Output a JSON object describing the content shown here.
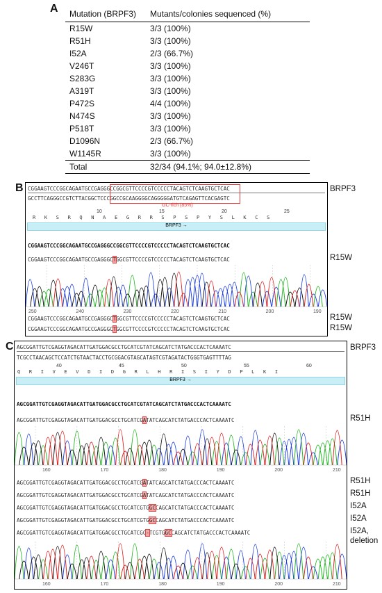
{
  "panels": {
    "a": "A",
    "b": "B",
    "c": "C"
  },
  "table": {
    "header": {
      "mutation": "Mutation (BRPF3)",
      "mutants": "Mutants/colonies sequenced (%)"
    },
    "rows": [
      {
        "mutation": "R15W",
        "value": "3/3 (100%)"
      },
      {
        "mutation": "R51H",
        "value": "3/3 (100%)"
      },
      {
        "mutation": "I52A",
        "value": "2/3 (66.7%)"
      },
      {
        "mutation": "V246T",
        "value": "3/3 (100%)"
      },
      {
        "mutation": "S283G",
        "value": "3/3 (100%)"
      },
      {
        "mutation": "A319T",
        "value": "3/3 (100%)"
      },
      {
        "mutation": "P472S",
        "value": "4/4 (100%)"
      },
      {
        "mutation": "N474S",
        "value": "3/3 (100%)"
      },
      {
        "mutation": "P518T",
        "value": "3/3 (100%)"
      },
      {
        "mutation": "D1096N",
        "value": "2/3 (66.7%)"
      },
      {
        "mutation": "W1145R",
        "value": "3/3 (100%)"
      }
    ],
    "total": {
      "mutation": "Total",
      "value": "32/34 (94.1%; 94.0±12.8%)"
    }
  },
  "panel_b": {
    "ref_top": "CGGAAGTCCCGGCAGAATGCCGAGGGCCGGCGTTCCCCGTCCCCCTACAGTCTCAAGTGCTCAC",
    "ref_bottom": "GCCTTCAGGGCCGTCTTACGGCTCCCGGCCGCAAGGGGCAGGGGGATGTCAGAGTTCACGAGTC",
    "gc_label": "GC-rich (85%)",
    "aa": "R   K   S   R   Q   N   A   E   G   R   R   S   P   S   P   Y   S   L   K   C   S",
    "aa_numbers": [
      "10",
      "15",
      "20",
      "25"
    ],
    "gene": "BRPF3 →",
    "consensus": "CGGAAGTCCCGGCAGAATGCCGAGGGCCGGCGTTCCCCGTCCCCCTACAGTCTCAAGTGCTCAC",
    "read1_pre": "CGGAAGTCCCGGCAGAATGCCGAGGGC",
    "read1_mut": "T",
    "read1_post": "GGCGTTCCCCGTCCCCCTACAGTCTCAAGTGCTCAC",
    "trace_ticks": [
      "250",
      "240",
      "230",
      "220",
      "210",
      "200",
      "190"
    ],
    "labels": {
      "ref": "BRPF3",
      "read1": "R15W",
      "read2": "R15W",
      "read3": "R15W"
    }
  },
  "panel_c": {
    "ref_top": "AGCGGATTGTCGAGGTAGACATTGATGGACGCCTGCATCGTATCAGCATCTATGACCCACTCAAAATC",
    "ref_bottom": "TCGCCTAACAGCTCCATCTGTAACTACCTGCGGACGTAGCATAGTCGTAGATACTGGGTGAGTTTTAG",
    "aa": "Q   R   I   V   E   V   D   I   D   G   R   L   H   R   I   S   I   Y   D   P   L   K   I",
    "aa_numbers": [
      "40",
      "45",
      "50",
      "55",
      "60"
    ],
    "gene": "BRPF3 →",
    "consensus": "AGCGGATTGTCGAGGTAGACATTGATGGACGCCTGCATCGTATCAGCATCTATGACCCACTCAAAATC",
    "r51h_pre": "AGCGGATTGTCGAGGTAGACATTGATGGACGCCTGCATCG",
    "r51h_mut": "A",
    "r51h_post": "TATCAGCATCTATGACCCACTCAAAATC",
    "i52a_pre": "AGCGGATTGTCGAGGTAGACATTGATGGACGCCTGCATCGTG",
    "i52a_mut": "GC",
    "i52a_post": "CAGCATCTATGACCCACTCAAAATC",
    "del_pre": "AGCGGATTGTCGAGGTAGACATTGATGGACGCCTGCATCGC",
    "del_gap": "-",
    "del_mid": "TCGTG",
    "del_post": "CAGCATCTATGACCCACTCAAAATC",
    "trace_ticks": [
      "160",
      "170",
      "180",
      "190",
      "200",
      "210"
    ],
    "labels": {
      "ref": "BRPF3",
      "read_top": "R51H",
      "r1": "R51H",
      "r2": "R51H",
      "r3": "I52A",
      "r4": "I52A",
      "r5a": "I52A,",
      "r5b": "deletion"
    }
  },
  "colors": {
    "A": "#1fb51f",
    "C": "#1f3fe0",
    "G": "#111111",
    "T": "#e01f1f",
    "highlight": "#f4a6a6"
  }
}
